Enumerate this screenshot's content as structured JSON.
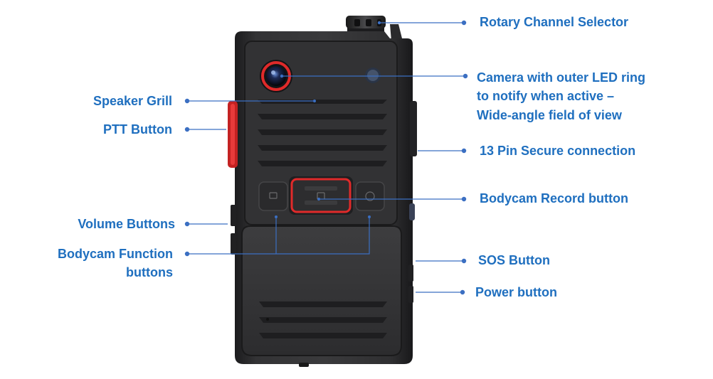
{
  "colors": {
    "label": "#1f6fbf",
    "leader": "#3b6fc2",
    "body": "#2b2b2d",
    "body_edge": "#161617",
    "accent": "#e02a2a"
  },
  "labels": {
    "rotary_channel_selector": "Rotary Channel Selector",
    "camera_line1": "Camera with outer LED ring",
    "camera_line2": "to notify when active –",
    "camera_line3": "Wide-angle field of view",
    "speaker_grill": "Speaker Grill",
    "ptt_button": "PTT Button",
    "pin_connection": "13 Pin Secure connection",
    "record_button": "Bodycam Record button",
    "volume_buttons": "Volume Buttons",
    "function_line1": "Bodycam Function",
    "function_line2": "buttons",
    "sos_button": "SOS Button",
    "power_button": "Power button"
  }
}
